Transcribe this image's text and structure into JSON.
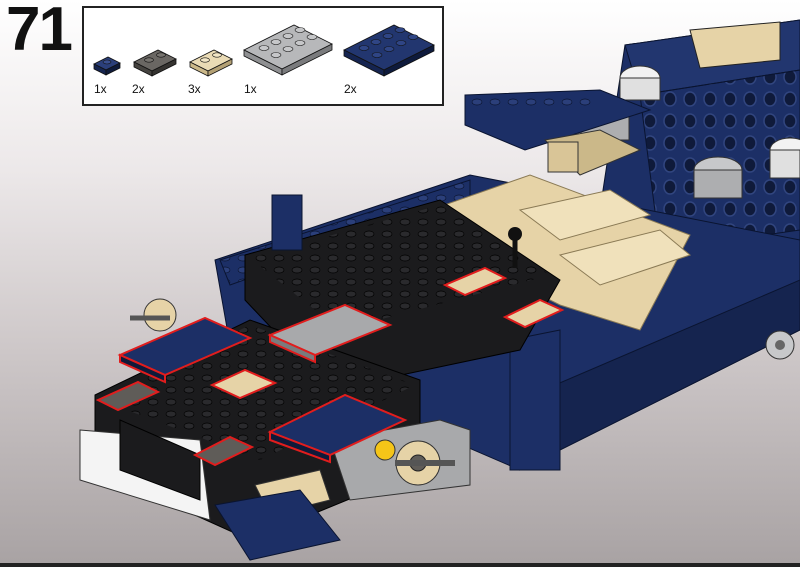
{
  "step": {
    "number": "71"
  },
  "parts": [
    {
      "qty": "1x",
      "name": "plate-1x1-dark-blue-icon",
      "color": "#1c2f66"
    },
    {
      "qty": "2x",
      "name": "plate-1x2-dark-gray-icon",
      "color": "#5f5c58"
    },
    {
      "qty": "3x",
      "name": "plate-1x2-tan-icon",
      "color": "#e6d3a7"
    },
    {
      "qty": "1x",
      "name": "plate-2x4-light-gray-icon",
      "color": "#a8a9ab"
    },
    {
      "qty": "2x",
      "name": "plate-2x4-dark-blue-icon",
      "color": "#1c2f66"
    }
  ],
  "colors": {
    "dark_blue": "#1c2f66",
    "black": "#1b1b1d",
    "tan": "#e6d3a7",
    "dark_gray": "#5f5c58",
    "light_gray": "#a8a9ab",
    "white": "#f4f4f4",
    "highlight_outline": "#e11d1d"
  }
}
